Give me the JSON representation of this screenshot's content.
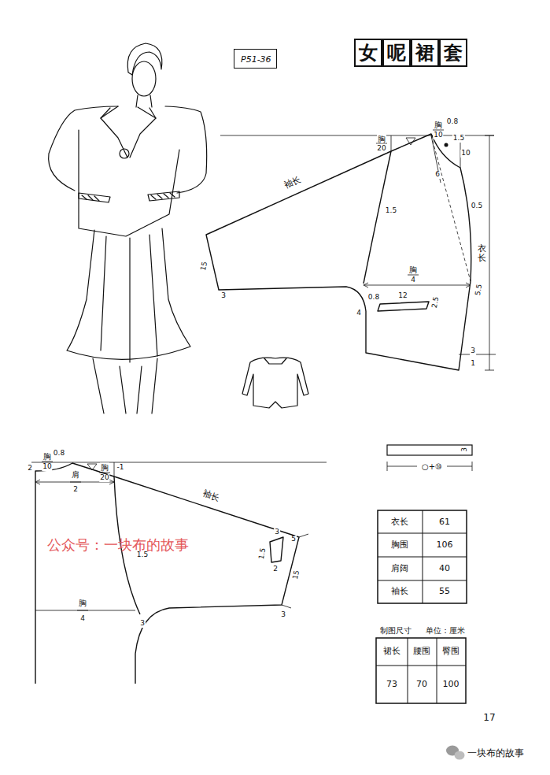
{
  "diagram": {
    "title": "女呢裙套",
    "nodes": [
      {
        "text": [
          "P51-36"
        ]
      }
    ],
    "labels": [
      "0.8",
      "胸",
      "10",
      "1.5",
      "10",
      "胸",
      "20",
      "袖长",
      "1.5",
      "6",
      "0.5",
      "衣长",
      "15",
      "3",
      "胸",
      "4",
      "0.8",
      "4",
      "12",
      "2.5",
      "5.5",
      "3",
      "1",
      "胸",
      "0.8",
      "10",
      "2",
      "肩",
      "2",
      "胸",
      "20",
      "-1",
      "1.5",
      "袖长",
      "3",
      "1.5",
      "2",
      "5",
      "15",
      "3",
      "胸",
      "4",
      "3",
      "3",
      "○+⑩",
      "衣长",
      "61",
      "胸围",
      "106",
      "肩阔",
      "40",
      "袖长",
      "55",
      "制图尺寸",
      "单位：厘米",
      "裙长",
      "腰围",
      "臀围",
      "73",
      "70",
      "100",
      "17",
      "公众号：一块布的故事",
      "一块布的故事"
    ]
  }
}
